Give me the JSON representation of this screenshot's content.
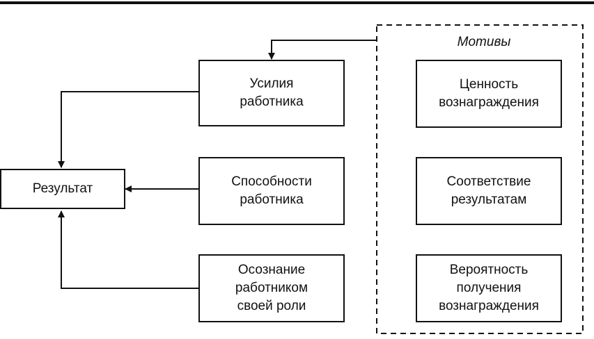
{
  "diagram": {
    "motives_group": {
      "title": "Мотивы"
    },
    "nodes": {
      "result": "Результат",
      "effort": "Усилия\nработника",
      "ability": "Способности\nработника",
      "role": "Осознание\nработником\nсвоей роли",
      "reward_value": "Ценность\nвознаграждения",
      "results_match": "Соответствие\nрезультатам",
      "reward_probability": "Вероятность\nполучения\nвознаграждения"
    }
  }
}
